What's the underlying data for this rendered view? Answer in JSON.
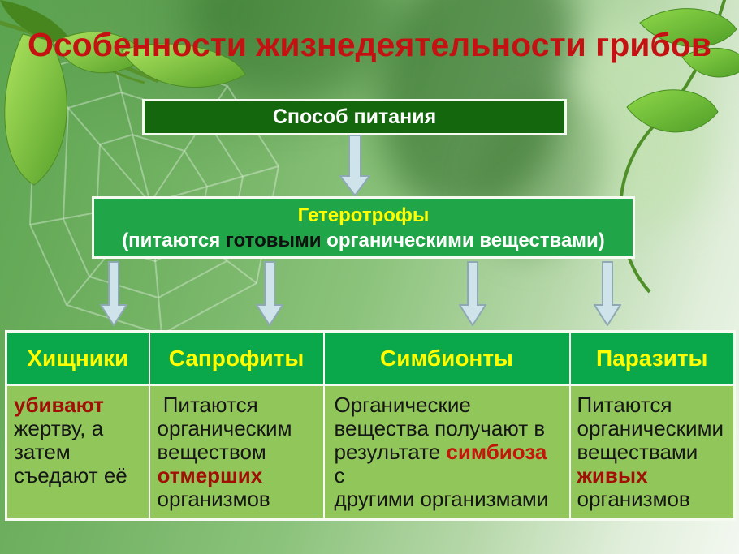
{
  "title": "Особенности жизнедеятельности грибов",
  "box1": {
    "label": "Способ питания"
  },
  "box2": {
    "title": "Гетеротрофы",
    "subtitle_segments": [
      {
        "t": "(питаются ",
        "c": "white"
      },
      {
        "t": "готовыми",
        "c": "dark"
      },
      {
        "t": " органическими веществами)",
        "c": "white"
      }
    ]
  },
  "table": {
    "headers": [
      "Хищники",
      "Сапрофиты",
      "Симбионты",
      "Паразиты"
    ],
    "cells": [
      [
        {
          "t": "убивают",
          "c": "darkred"
        },
        {
          "t": "\nжертву, а\nзатем\nсъедают её",
          "c": "black"
        }
      ],
      [
        {
          "t": " Питаются\nорганическим\nвеществом\n",
          "c": "black"
        },
        {
          "t": "отмерших",
          "c": "darkred"
        },
        {
          "t": "\nорганизмов",
          "c": "black"
        }
      ],
      [
        {
          "t": "Органические\nвещества получают в\nрезультате ",
          "c": "black"
        },
        {
          "t": "симбиоза",
          "c": "red"
        },
        {
          "t": " с\nдругими организмами",
          "c": "black"
        }
      ],
      [
        {
          "t": "Питаются\nорганическими\nвеществами\n",
          "c": "black"
        },
        {
          "t": "живых",
          "c": "darkred"
        },
        {
          "t": "\nорганизмов",
          "c": "black"
        }
      ]
    ]
  },
  "colors": {
    "title_red": "#c41212",
    "box1_bg": "#15670d",
    "box2_bg": "#21a549",
    "table_header_bg": "#0aa74b",
    "table_body_bg": "#91c75a",
    "header_text_yellow": "#ffff00",
    "accent_dark_red": "#a01005",
    "accent_red": "#c3170b",
    "body_text": "#161616",
    "box_border_white": "#f6fbf2",
    "arrow_fill": "#cfe4ea",
    "arrow_stroke": "#8ea8b4"
  }
}
